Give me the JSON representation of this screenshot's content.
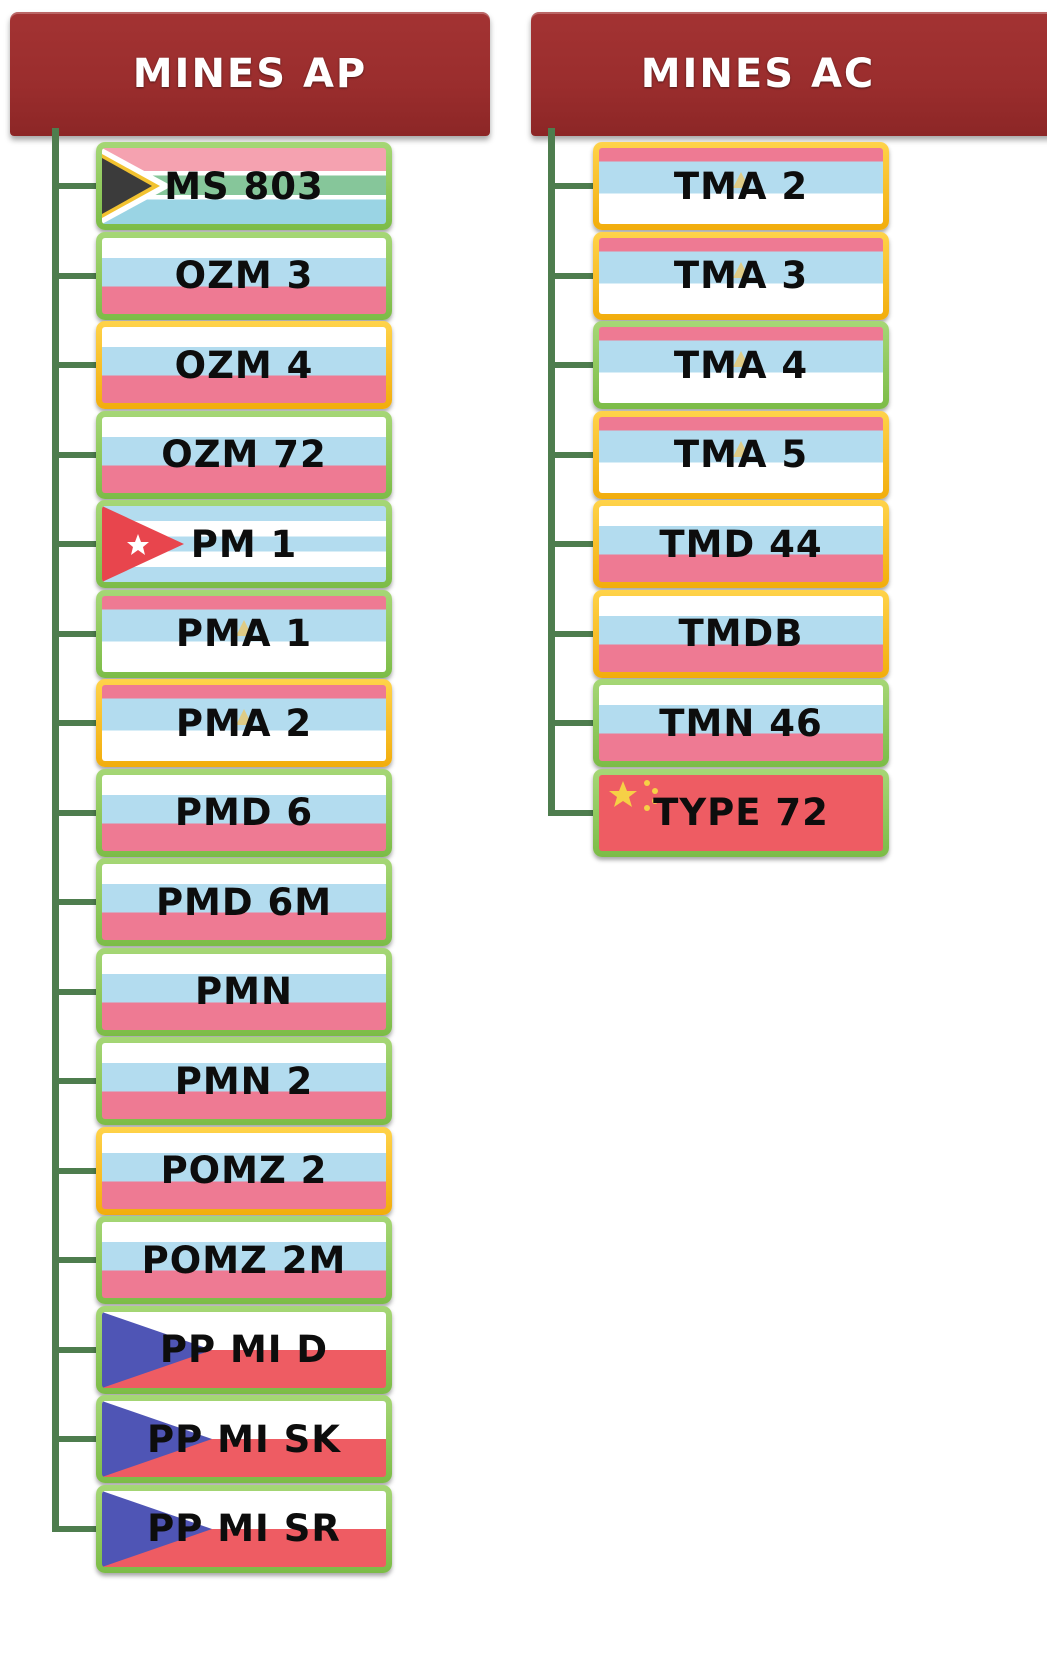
{
  "columns": {
    "ap": {
      "title": "MINES AP",
      "items": [
        {
          "label": "MS 803",
          "flag": "south-africa-flag",
          "border": "green"
        },
        {
          "label": "OZM 3",
          "flag": "russia-flag",
          "border": "green"
        },
        {
          "label": "OZM 4",
          "flag": "russia-flag",
          "border": "orange"
        },
        {
          "label": "OZM 72",
          "flag": "russia-flag",
          "border": "green"
        },
        {
          "label": "PM 1",
          "flag": "cuba-flag",
          "border": "green"
        },
        {
          "label": "PMA 1",
          "flag": "yugoslavia-flag",
          "border": "green"
        },
        {
          "label": "PMA 2",
          "flag": "yugoslavia-flag",
          "border": "orange"
        },
        {
          "label": "PMD 6",
          "flag": "russia-flag",
          "border": "green"
        },
        {
          "label": "PMD 6M",
          "flag": "russia-flag",
          "border": "green"
        },
        {
          "label": "PMN",
          "flag": "russia-flag",
          "border": "green"
        },
        {
          "label": "PMN 2",
          "flag": "russia-flag",
          "border": "green"
        },
        {
          "label": "POMZ 2",
          "flag": "russia-flag",
          "border": "orange"
        },
        {
          "label": "POMZ 2M",
          "flag": "russia-flag",
          "border": "green"
        },
        {
          "label": "PP MI D",
          "flag": "czech-flag",
          "border": "green"
        },
        {
          "label": "PP MI SK",
          "flag": "czech-flag",
          "border": "green"
        },
        {
          "label": "PP MI SR",
          "flag": "czech-flag",
          "border": "green"
        }
      ]
    },
    "ac": {
      "title": "MINES AC",
      "items": [
        {
          "label": "TMA 2",
          "flag": "yugoslavia-flag",
          "border": "orange"
        },
        {
          "label": "TMA 3",
          "flag": "yugoslavia-flag",
          "border": "orange"
        },
        {
          "label": "TMA 4",
          "flag": "yugoslavia-flag",
          "border": "green"
        },
        {
          "label": "TMA 5",
          "flag": "yugoslavia-flag",
          "border": "orange"
        },
        {
          "label": "TMD 44",
          "flag": "russia-flag",
          "border": "orange"
        },
        {
          "label": "TMDB",
          "flag": "russia-flag",
          "border": "orange"
        },
        {
          "label": "TMN 46",
          "flag": "russia-flag",
          "border": "green"
        },
        {
          "label": "TYPE 72",
          "flag": "china-flag",
          "border": "green"
        }
      ]
    }
  },
  "colors": {
    "header": "#9a2d2d",
    "connector": "#4e7d4e",
    "border_green": "#8cc95a",
    "border_orange": "#f7be1e"
  }
}
